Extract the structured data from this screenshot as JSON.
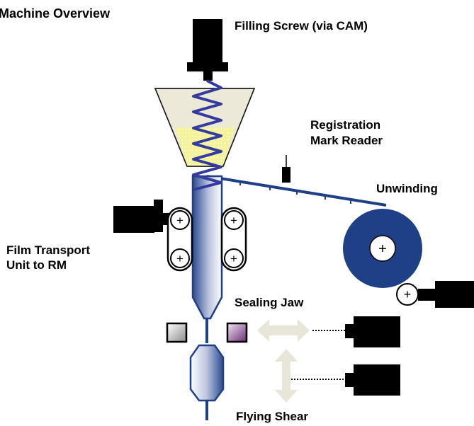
{
  "diagram": {
    "title": "Machine Overview",
    "labels": {
      "filling_screw": "Filling Screw (via CAM)",
      "registration_line1": "Registration",
      "registration_line2": "Mark Reader",
      "unwinding": "Unwinding",
      "film_transport_line1": "Film Transport",
      "film_transport_line2": "Unit to RM",
      "sealing_jaw": "Sealing Jaw",
      "flying_shear": "Flying Shear"
    },
    "roller_symbol": "+",
    "colors": {
      "tube_blue": "#1f3f86",
      "screw_blue": "#343a9e",
      "motor_black": "#000000",
      "hopper_fill": "#ece9d8",
      "product_yellow": "#f4f39a",
      "arrow_beige": "#e8e6d8",
      "jaw_right_purple": "#6a2b73"
    }
  }
}
